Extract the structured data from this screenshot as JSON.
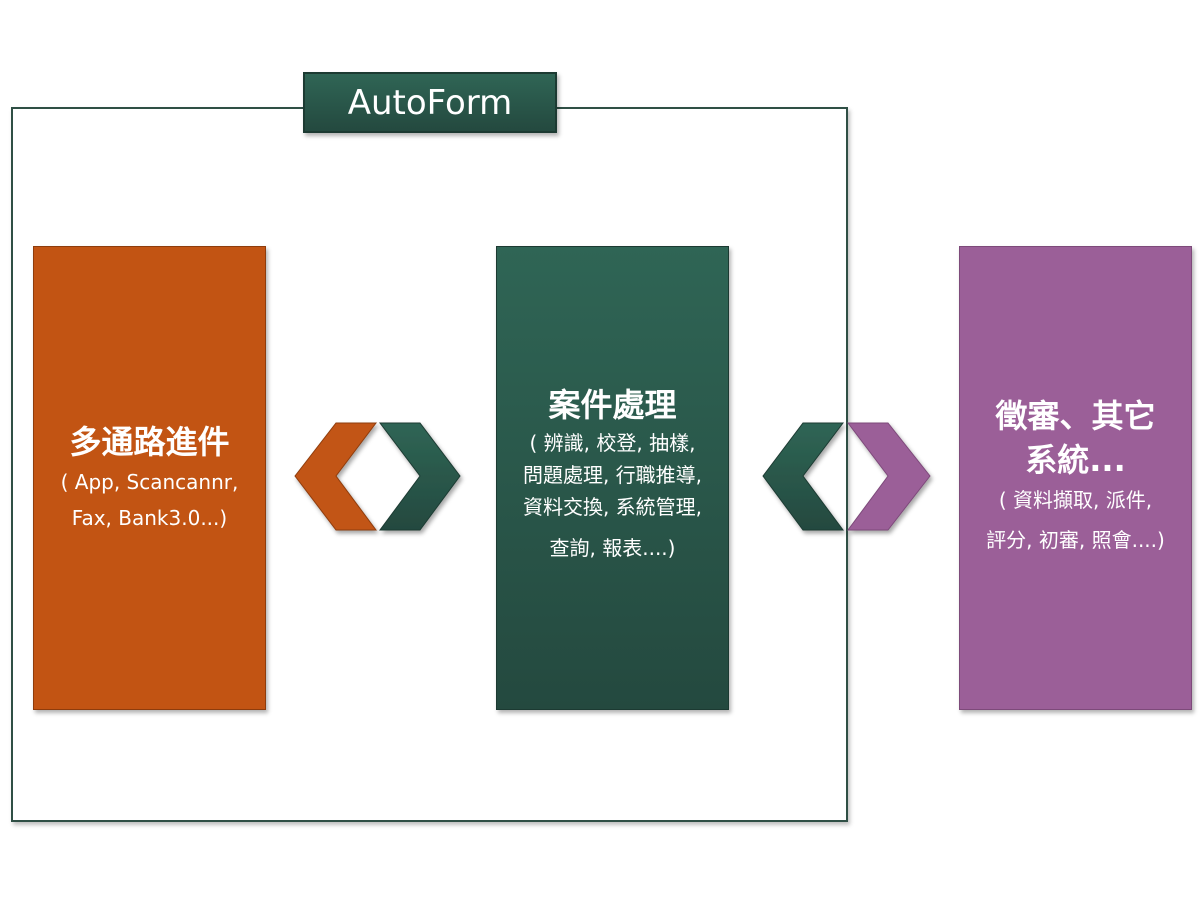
{
  "title": "AutoForm",
  "boxes": {
    "input": {
      "heading": "多通路進件",
      "lines": [
        "( App, Scancannr,",
        "Fax, Bank3.0...)"
      ]
    },
    "process": {
      "heading": "案件處理",
      "lines": [
        "( 辨識, 校登, 抽樣,",
        "問題處理, 行職推導,",
        "資料交換, 系統管理,",
        "查詢, 報表....)"
      ]
    },
    "external": {
      "heading_lines": [
        "徵審、其它",
        "系統..."
      ],
      "lines": [
        "( 資料擷取, 派件,",
        "評分, 初審, 照會....)"
      ]
    }
  },
  "colors": {
    "orange": "#c25413",
    "green": "#2a5a4c",
    "purple": "#9b5f98"
  }
}
